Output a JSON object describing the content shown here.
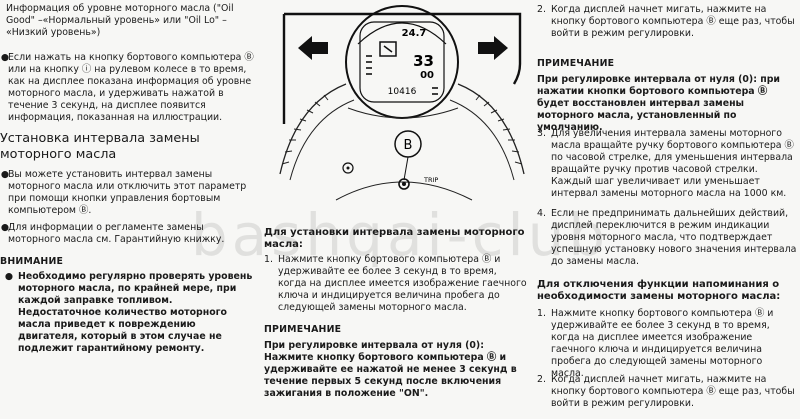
{
  "left_column": {
    "p1": "Информация об уровне моторного масла (\"Oil Good\" –«Нормальный уровень» или \"Oil Lo\" – «Низкий уровень»)",
    "p2": "Если нажать на кнопку бортового компьютера Ⓑ или на кнопку ⓘ на рулевом колесе в то время, как на дисплее показана информация об уровне моторного масла, и удерживать нажатой в течение 3 секунд, на дисплее появится информация, показанная на иллюстрации.",
    "section_title": "Установка интервала замены моторного масла",
    "p3": "Вы можете установить интервал замены моторного масла или отключить этот параметр при помощи кнопки управления бортовым компьютером Ⓑ.",
    "p4": "Для информации о регламенте замены моторного масла см. Гарантийную книжку.",
    "warning_title": "ВНИМАНИЕ",
    "warning_text": "Необходимо регулярно проверять уровень моторного масла, по крайней мере, при каждой заправке топливом. Недостаточное количество моторного масла приведет к повреждению двигателя, который в этом случае не подлежит гарантийному ремонту."
  },
  "middle_column": {
    "display": {
      "top_value": "24.7",
      "mid_value": "33",
      "small_value": "00",
      "odometer": "10416",
      "button_label": "B",
      "trip_label": "TRIP"
    },
    "instr_title": "Для установки интервала замены моторного масла:",
    "step1": "Нажмите кнопку бортового компьютера Ⓑ и удерживайте ее более 3 секунд в то время, когда на дисплее имеется изображение гаечного ключа и индицируется величина пробега до следующей замены моторного масла.",
    "note_title": "ПРИМЕЧАНИЕ",
    "note_text": "При регулировке интервала от нуля (0): Нажмите кнопку бортового компьютера Ⓑ и удерживайте ее нажатой не менее 3 секунд в течение первых 5 секунд после включения зажигания в положение \"ON\"."
  },
  "right_column": {
    "step2": "Когда дисплей начнет мигать, нажмите на кнопку бортового компьютера Ⓑ еще раз, чтобы войти в режим регулировки.",
    "note_title": "ПРИМЕЧАНИЕ",
    "note_text": "При регулировке интервала от нуля (0): при нажатии кнопки бортового компьютера Ⓑ будет восстановлен интервал замены моторного масла, установленный по умолчанию.",
    "step3": "Для увеличения интервала замены моторного масла вращайте ручку бортового компьютера Ⓑ по часовой стрелке, для уменьшения интервала вращайте ручку против часовой стрелки. Каждый шаг увеличивает или уменьшает интервал замены моторного масла на 1000 км.",
    "step4": "Если не предпринимать дальнейших действий, дисплей переключится в режим индикации уровня моторного масла, что подтверждает успешную установку нового значения интервала до замены масла.",
    "disable_title": "Для отключения функции напоминания о необходимости замены моторного масла:",
    "dstep1": "Нажмите кнопку бортового компьютера Ⓑ и удерживайте ее более 3 секунд в то время, когда на дисплее имеется изображение гаечного ключа и индицируется величина пробега до следующей замены моторного масла.",
    "dstep2": "Когда дисплей начнет мигать, нажмите на кнопку бортового компьютера Ⓑ еще раз, чтобы войти в режим регулировки."
  },
  "labels": {
    "bullet": "●",
    "n1": "1.",
    "n2": "2.",
    "n3": "3.",
    "n4": "4."
  },
  "watermark": "bashqai-club"
}
